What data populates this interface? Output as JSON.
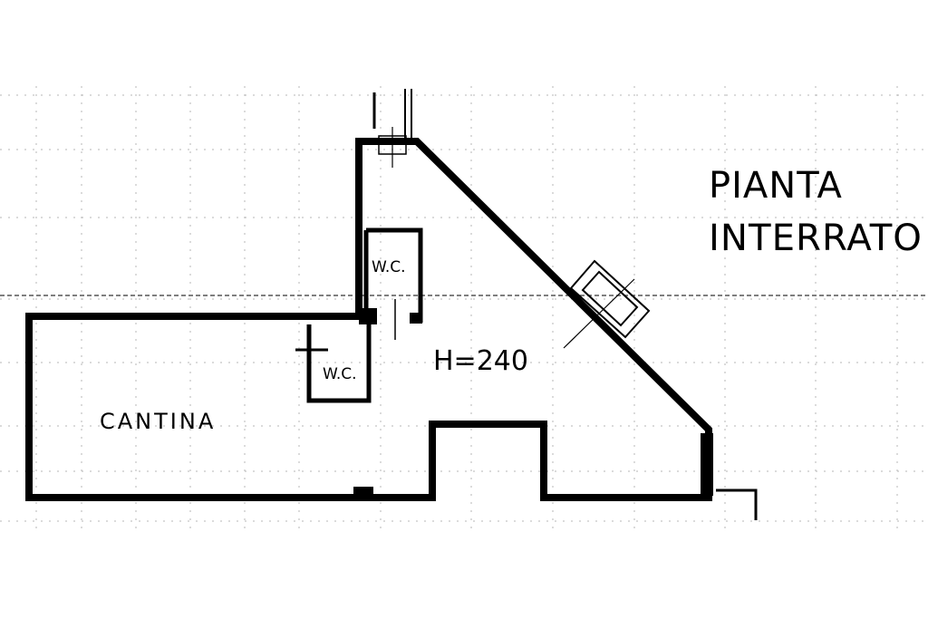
{
  "title": {
    "line1": "PIANTA",
    "line2": "INTERRATO"
  },
  "rooms": {
    "cantina": "CANTINA",
    "wc_upper": "W.C.",
    "wc_lower": "W.C.",
    "height": "H=240"
  },
  "colors": {
    "ink": "#000000",
    "grid": "#9a9a9a",
    "background": "#ffffff"
  }
}
